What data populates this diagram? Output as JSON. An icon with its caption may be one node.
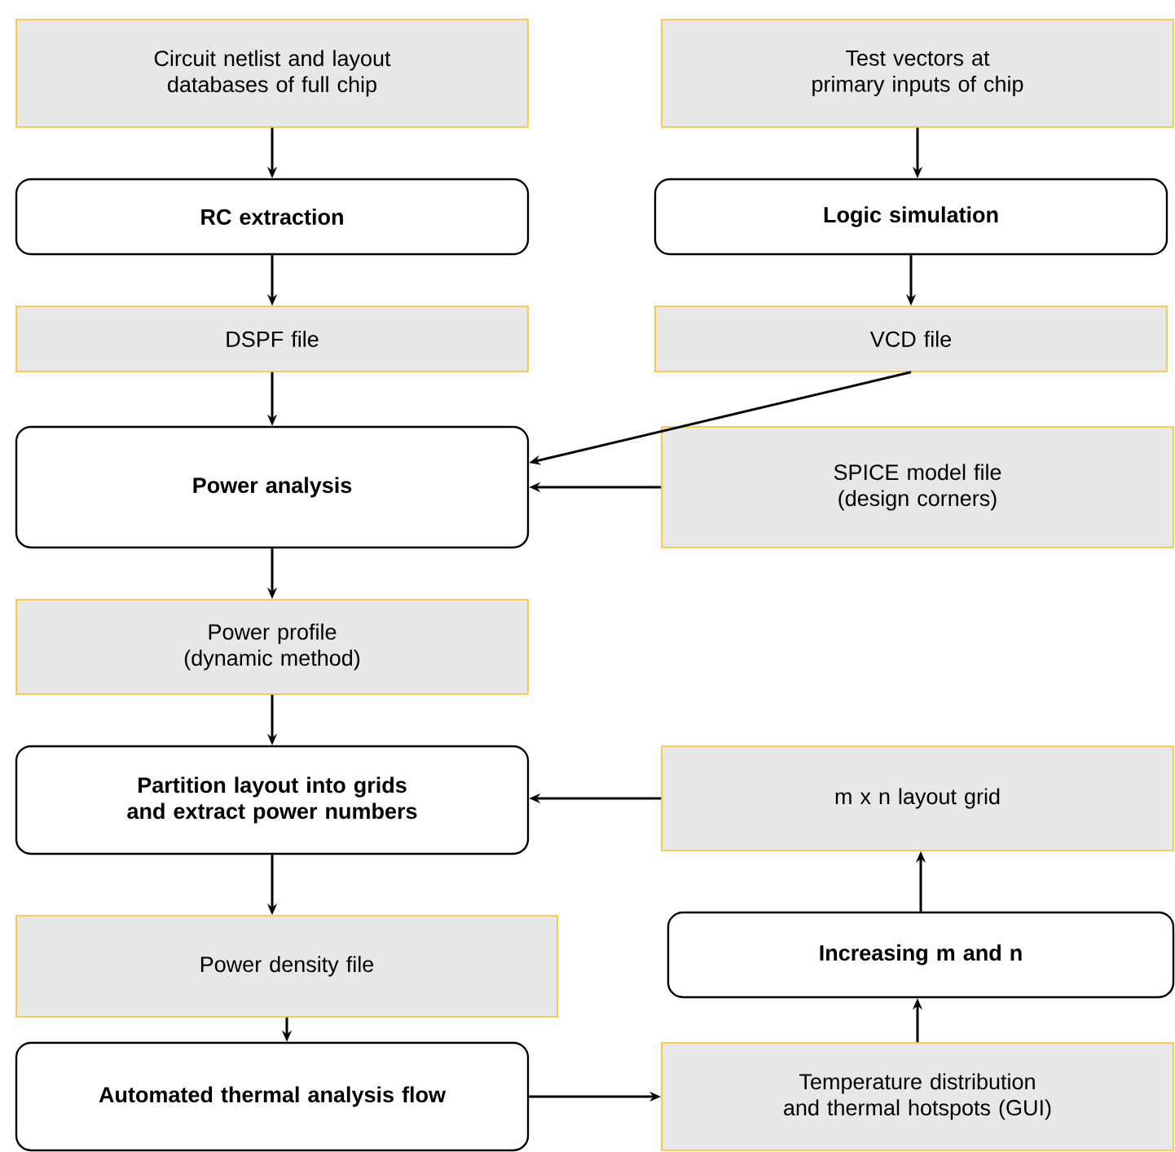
{
  "diagram": {
    "nodes": [
      {
        "text": [
          "Circuit netlist and layout databases of full chip"
        ]
      },
      {
        "text": [
          "Test vectors at primary inputs of chip"
        ]
      },
      {
        "text": [
          "RC extraction"
        ]
      },
      {
        "text": [
          "Logic simulation"
        ]
      },
      {
        "text": [
          "DSPF file"
        ]
      },
      {
        "text": [
          "VCD file"
        ]
      },
      {
        "text": [
          "Power analysis"
        ]
      },
      {
        "text": [
          "SPICE model file (design corners)"
        ]
      },
      {
        "text": [
          "Power profile (dynamic method)"
        ]
      },
      {
        "text": [
          "Partition layout into grids and extract power numbers"
        ]
      },
      {
        "text": [
          "m x n layout grid"
        ]
      },
      {
        "text": [
          "Power density file"
        ]
      },
      {
        "text": [
          "Increasing m and n"
        ]
      },
      {
        "text": [
          "Automated thermal analysis flow"
        ]
      },
      {
        "text": [
          "Temperature distribution and thermal hotspots (GUI)"
        ]
      }
    ],
    "edges": [
      {
        "from": 0,
        "to": 2,
        "arrow": "to"
      },
      {
        "from": 1,
        "to": 3,
        "arrow": "to"
      },
      {
        "from": 2,
        "to": 4,
        "arrow": "to"
      },
      {
        "from": 3,
        "to": 5,
        "arrow": "to"
      },
      {
        "from": 4,
        "to": 6,
        "arrow": "to"
      },
      {
        "from": 5,
        "to": 6,
        "arrow": "to"
      },
      {
        "from": 7,
        "to": 6,
        "arrow": "to"
      },
      {
        "from": 6,
        "to": 8,
        "arrow": "to"
      },
      {
        "from": 8,
        "to": 9,
        "arrow": "to"
      },
      {
        "from": 10,
        "to": 9,
        "arrow": "to"
      },
      {
        "from": 9,
        "to": 11,
        "arrow": "to"
      },
      {
        "from": 11,
        "to": 13,
        "arrow": "to"
      },
      {
        "from": 13,
        "to": 14,
        "arrow": "to"
      },
      {
        "from": 14,
        "to": 12,
        "arrow": "to"
      },
      {
        "from": 12,
        "to": 10,
        "arrow": "to"
      }
    ]
  }
}
